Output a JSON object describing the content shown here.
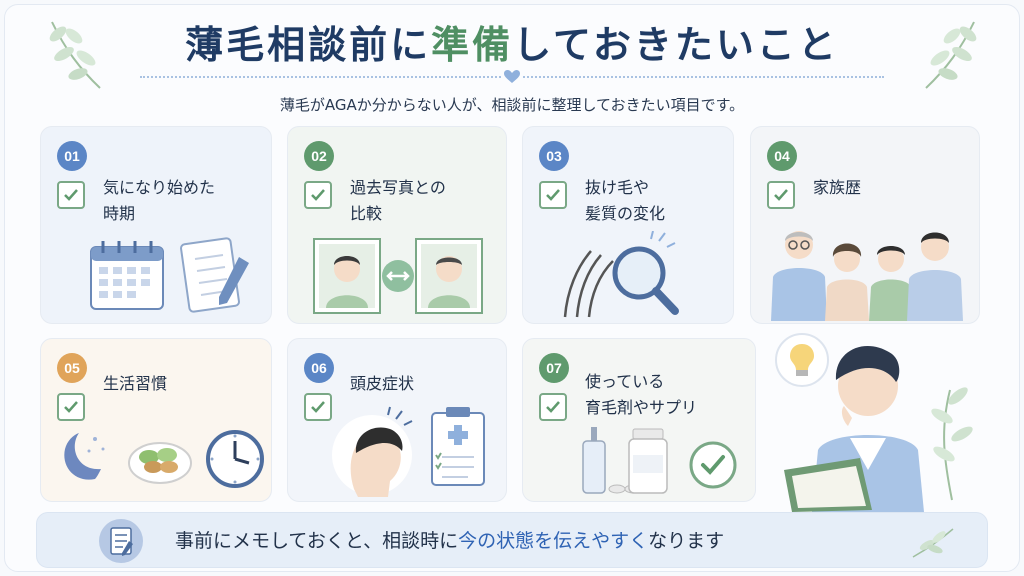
{
  "header": {
    "title_part1": "薄毛相談前に",
    "title_accent": "準備",
    "title_part2": "しておきたいこと",
    "subtitle": "薄毛がAGAか分からない人が、相談前に整理しておきたい項目です。"
  },
  "items": [
    {
      "num": "01",
      "line1": "気になり始めた",
      "line2": "時期",
      "badge_color": "#5b86c6"
    },
    {
      "num": "02",
      "line1": "過去写真との",
      "line2": "比較",
      "badge_color": "#5f9a6d"
    },
    {
      "num": "03",
      "line1": "抜け毛や",
      "line2": "髪質の変化",
      "badge_color": "#5b86c6"
    },
    {
      "num": "04",
      "line1": "家族歴",
      "line2": "",
      "badge_color": "#5f9a6d"
    },
    {
      "num": "05",
      "line1": "生活習慣",
      "line2": "",
      "badge_color": "#e0a45a"
    },
    {
      "num": "06",
      "line1": "頭皮症状",
      "line2": "",
      "badge_color": "#5b86c6"
    },
    {
      "num": "07",
      "line1": "使っている",
      "line2": "育毛剤やサプリ",
      "badge_color": "#5f9a6d"
    }
  ],
  "footer": {
    "text_part1": "事前にメモしておくと、相談時に",
    "text_highlight": "今の状態を伝えやすく",
    "text_part2": "なります"
  },
  "icons": {
    "calendar": "calendar-icon",
    "checklist": "checklist-icon",
    "compare_arrow": "double-arrow-icon",
    "magnifier": "magnifier-icon",
    "moon": "moon-icon",
    "meal": "meal-bowl-icon",
    "clock": "clock-icon",
    "clipboard": "medical-clipboard-icon",
    "memo": "memo-icon",
    "lightbulb": "lightbulb-icon",
    "leaf": "leaf-branch-icon"
  },
  "colors": {
    "title": "#1f3b64",
    "accent_green": "#4f8f63",
    "highlight_blue": "#2f63b4"
  }
}
